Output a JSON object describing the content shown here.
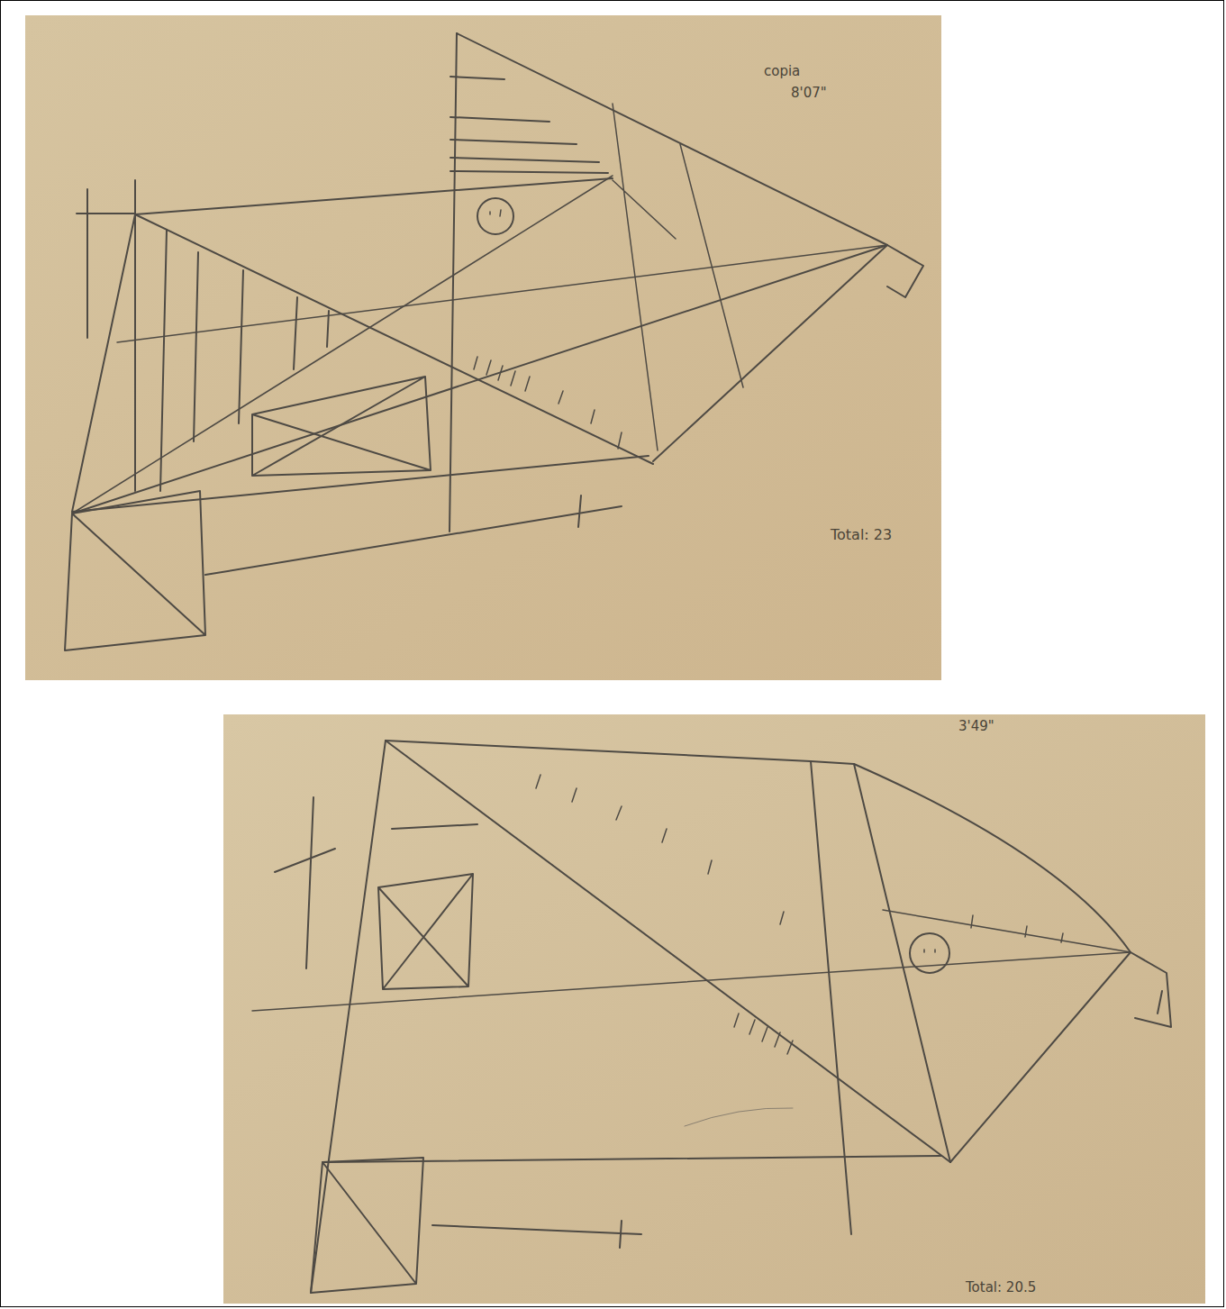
{
  "diagram": {
    "labels": [
      "copia",
      "8'07\"",
      "Total: 23",
      "3'49\"",
      "Total: 20.5"
    ]
  }
}
